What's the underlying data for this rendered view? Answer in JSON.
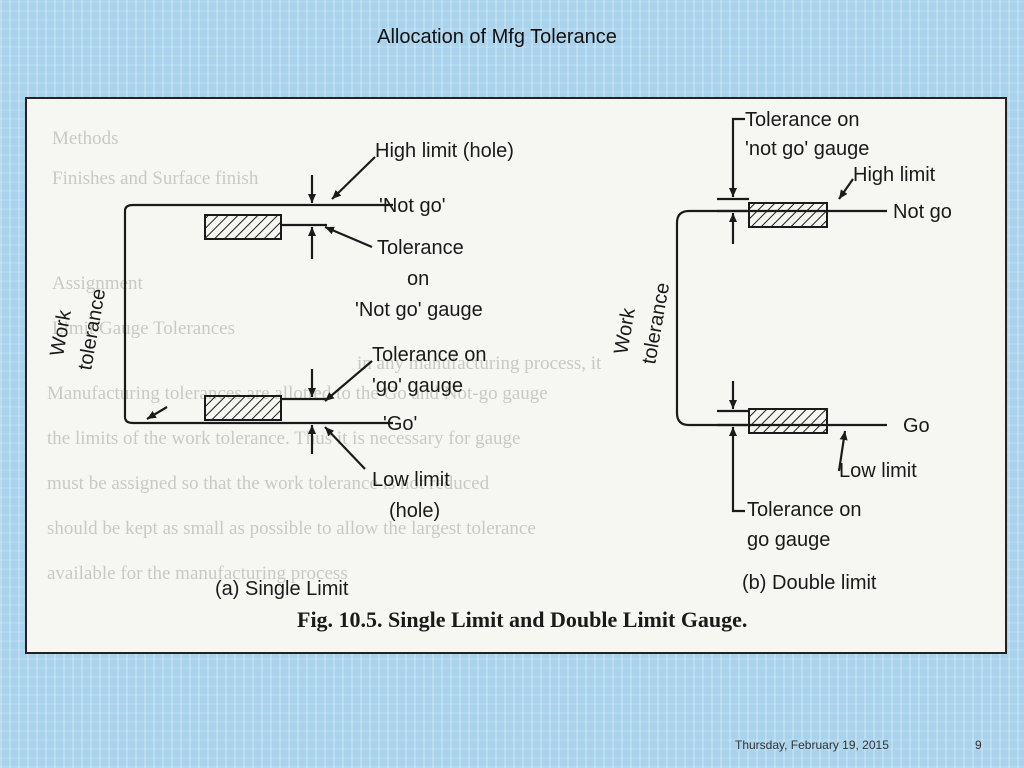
{
  "slide": {
    "title": "Allocation of Mfg Tolerance",
    "date": "Thursday, February 19, 2015",
    "page_number": "9"
  },
  "figure": {
    "caption": "Fig. 10.5. Single Limit and Double Limit Gauge.",
    "single": {
      "subcaption": "(a) Single Limit",
      "high_limit": "High limit (hole)",
      "not_go": "'Not go'",
      "tol_nogo_1": "Tolerance",
      "tol_nogo_2": "on",
      "tol_nogo_3": "'Not go' gauge",
      "tol_go_1": "Tolerance on",
      "tol_go_2": "'go' gauge",
      "go": "'Go'",
      "low_limit_1": "Low limit",
      "low_limit_2": "(hole)",
      "work_tol_1": "Work",
      "work_tol_2": "tolerance"
    },
    "double": {
      "subcaption": "(b) Double limit",
      "tol_nogo_1": "Tolerance on",
      "tol_nogo_2": "'not go' gauge",
      "high_limit": "High limit",
      "not_go": "Not go",
      "go": "Go",
      "low_limit": "Low limit",
      "tol_go_1": "Tolerance on",
      "tol_go_2": "go gauge",
      "work_tol_1": "Work",
      "work_tol_2": "tolerance"
    }
  },
  "colors": {
    "background": "#a9d3ec",
    "figure_bg": "#f6f6f3",
    "ink": "#1a1a1a"
  }
}
